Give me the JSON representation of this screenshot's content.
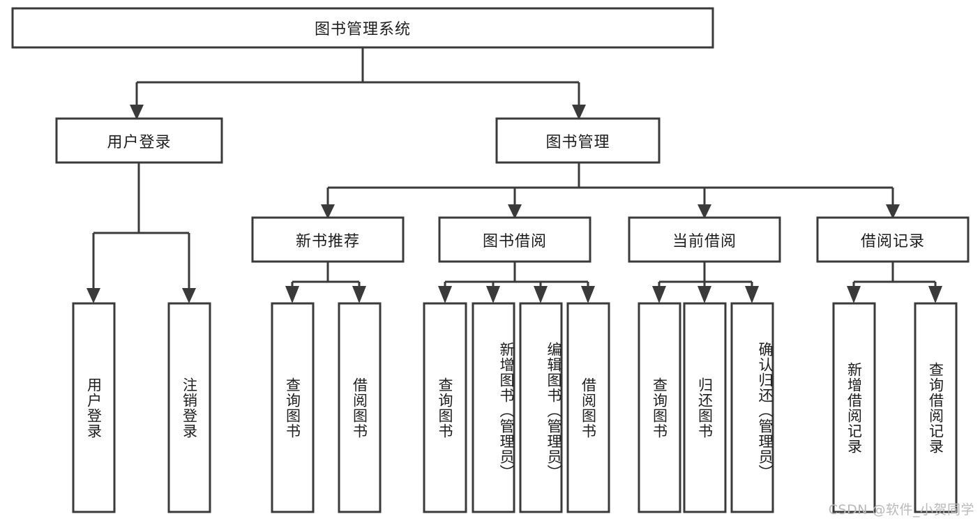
{
  "diagram": {
    "type": "tree-hierarchy",
    "title": "图书管理系统",
    "watermark": "CSDN @软件_小贺同学",
    "colors": {
      "stroke": "#3a3a3a",
      "fill": "#ffffff",
      "text": "#1d1d1d",
      "watermark": "#b9b9b9",
      "background": "#ffffff"
    },
    "root": {
      "label": "图书管理系统",
      "orientation": "horizontal"
    },
    "level1": [
      {
        "label": "用户登录",
        "orientation": "horizontal"
      },
      {
        "label": "图书管理",
        "orientation": "horizontal"
      }
    ],
    "level2": [
      {
        "label": "新书推荐",
        "orientation": "horizontal",
        "parent": "图书管理"
      },
      {
        "label": "图书借阅",
        "orientation": "horizontal",
        "parent": "图书管理"
      },
      {
        "label": "当前借阅",
        "orientation": "horizontal",
        "parent": "图书管理"
      },
      {
        "label": "借阅记录",
        "orientation": "horizontal",
        "parent": "图书管理"
      }
    ],
    "leaves": [
      {
        "label": "用户登录",
        "orientation": "vertical",
        "parent": "用户登录"
      },
      {
        "label": "注销登录",
        "orientation": "vertical",
        "parent": "用户登录"
      },
      {
        "label": "查询图书",
        "orientation": "vertical",
        "parent": "新书推荐"
      },
      {
        "label": "借阅图书",
        "orientation": "vertical",
        "parent": "新书推荐"
      },
      {
        "label": "查询图书",
        "orientation": "vertical",
        "parent": "图书借阅"
      },
      {
        "label": "新增图书（管理员）",
        "orientation": "vertical",
        "parent": "图书借阅"
      },
      {
        "label": "编辑图书（管理员）",
        "orientation": "vertical",
        "parent": "图书借阅"
      },
      {
        "label": "借阅图书",
        "orientation": "vertical",
        "parent": "图书借阅"
      },
      {
        "label": "查询图书",
        "orientation": "vertical",
        "parent": "当前借阅"
      },
      {
        "label": "归还图书",
        "orientation": "vertical",
        "parent": "当前借阅"
      },
      {
        "label": "确认归还（管理员）",
        "orientation": "vertical",
        "parent": "当前借阅"
      },
      {
        "label": "新增借阅记录",
        "orientation": "vertical",
        "parent": "借阅记录"
      },
      {
        "label": "查询借阅记录",
        "orientation": "vertical",
        "parent": "借阅记录"
      }
    ]
  }
}
